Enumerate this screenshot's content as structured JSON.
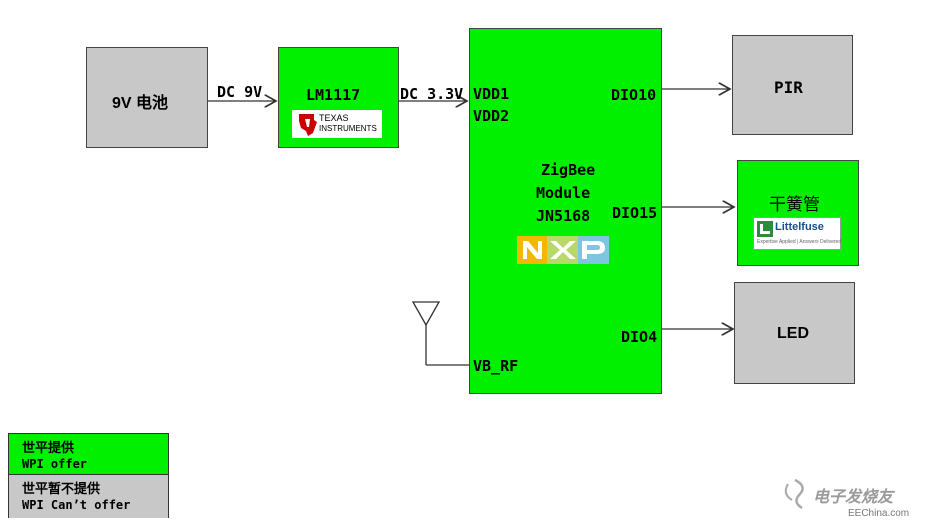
{
  "blocks": {
    "battery": "9V 电池",
    "regulator": "LM1117",
    "zigbee_line1": "ZigBee",
    "zigbee_line2": "Module",
    "zigbee_line3": "JN5168",
    "pir": "PIR",
    "reed": "干簧管",
    "led": "LED"
  },
  "wires": {
    "dc9v": "DC 9V",
    "dc33v": "DC 3.3V"
  },
  "pins": {
    "vdd1": "VDD1",
    "vdd2": "VDD2",
    "dio10": "DIO10",
    "dio15": "DIO15",
    "dio4": "DIO4",
    "vbrf": "VB_RF"
  },
  "logos": {
    "ti_line1": "TEXAS",
    "ti_line2": "INSTRUMENTS",
    "nxp": "NXP",
    "littelfuse": "Littelfuse",
    "littelfuse_tagline": "Expertise Applied | Answers Delivered"
  },
  "legend": {
    "provided_cn": "世平提供",
    "provided_en": "WPI offer",
    "not_provided_cn": "世平暂不提供",
    "not_provided_en": "WPI Can’t offer"
  },
  "watermark": {
    "cn": "电子发烧友",
    "en": "EEChina.com"
  },
  "colors": {
    "provided": "#00f000",
    "not_provided": "#c8c8c8"
  }
}
